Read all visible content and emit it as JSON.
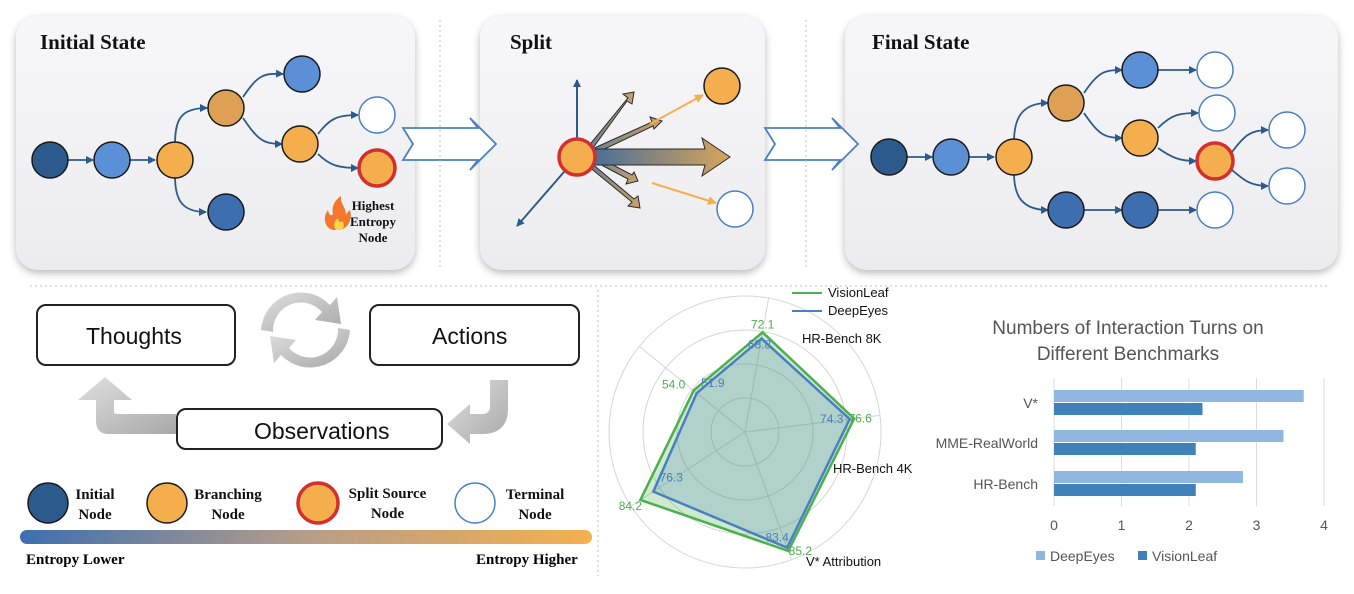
{
  "panels": {
    "initial": {
      "title": "Initial State",
      "annotation": "Highest Entropy Node"
    },
    "split": {
      "title": "Split"
    },
    "final": {
      "title": "Final State"
    }
  },
  "cycle": {
    "thoughts": "Thoughts",
    "actions": "Actions",
    "observations": "Observations"
  },
  "legend": {
    "items": [
      {
        "name": "initial",
        "label": "Initial Node",
        "color": "#2d5a8c"
      },
      {
        "name": "branching",
        "label": "Branching Node",
        "color": "#f4ae4e"
      },
      {
        "name": "split-source",
        "label": "Split Source Node",
        "color": "#f4ae4e"
      },
      {
        "name": "terminal",
        "label": "Terminal Node",
        "color": "#ffffff"
      }
    ],
    "entropy_low": "Entropy Lower",
    "entropy_high": "Entropy Higher"
  },
  "colors": {
    "green": "#4caf50",
    "blue": "#4a7fc1",
    "orange": "#f4ae4e",
    "red": "#d32f2f",
    "dark_blue": "#2d5a8c"
  },
  "chart_data": [
    {
      "type": "radar",
      "axes": [
        "HR-Bench 8K",
        "HR-Bench 4K",
        "V* Attribution",
        "",
        ""
      ],
      "series": [
        {
          "name": "VisionLeaf",
          "values": [
            72.1,
            76.6,
            85.2,
            84.2,
            54.0
          ]
        },
        {
          "name": "DeepEyes",
          "values": [
            68.8,
            74.3,
            83.4,
            76.3,
            51.9
          ]
        }
      ],
      "legend": "top-right"
    },
    {
      "type": "bar",
      "title": "Numbers of Interaction Turns on Different Benchmarks",
      "categories": [
        "V*",
        "MME-RealWorld",
        "HR-Bench"
      ],
      "series": [
        {
          "name": "DeepEyes",
          "values": [
            3.7,
            3.4,
            2.8
          ]
        },
        {
          "name": "VisionLeaf",
          "values": [
            2.2,
            2.1,
            2.1
          ]
        }
      ],
      "xlim": [
        0,
        4
      ],
      "xticks": [
        "0",
        "1",
        "2",
        "3",
        "4"
      ],
      "legend": "bottom"
    }
  ]
}
